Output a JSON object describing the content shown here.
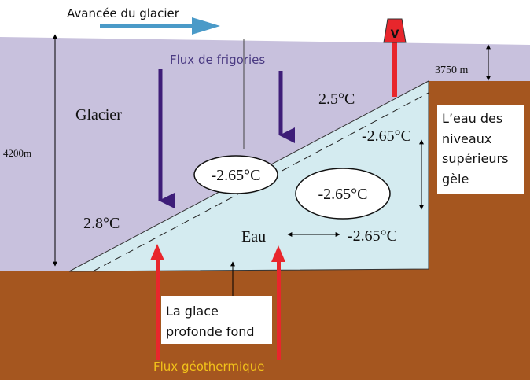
{
  "labels": {
    "glacier_advance": "Avancée du glacier",
    "frigories_flux": "Flux de frigories",
    "glacier": "Glacier",
    "altitude_top": "3750 m",
    "altitude_left": "4200m",
    "water": "Eau",
    "geothermal_flux": "Flux géothermique",
    "vent_marker": "V"
  },
  "temperatures": {
    "t_right_top": "2.5°C",
    "t_left_bottom": "2.8°C",
    "t_slope": "-2.65°C",
    "t_bubble_left": "-2.65°C",
    "t_bubble_right": "-2.65°C",
    "t_water": "-2.65°C"
  },
  "boxes": {
    "upper_water": [
      "L’eau des",
      "niveaux",
      "supérieurs",
      "gèle"
    ],
    "deep_ice": [
      "La glace",
      "profonde fond"
    ]
  },
  "colors": {
    "glacier": "#c8c1dd",
    "water": "#d4ebf0",
    "ground": "#a5561f",
    "frigories_arrow": "#3e1d78",
    "advance_arrow": "#4a9ac8",
    "geothermal_arrow": "#e8262c",
    "geothermal_text": "#f2c21a"
  }
}
